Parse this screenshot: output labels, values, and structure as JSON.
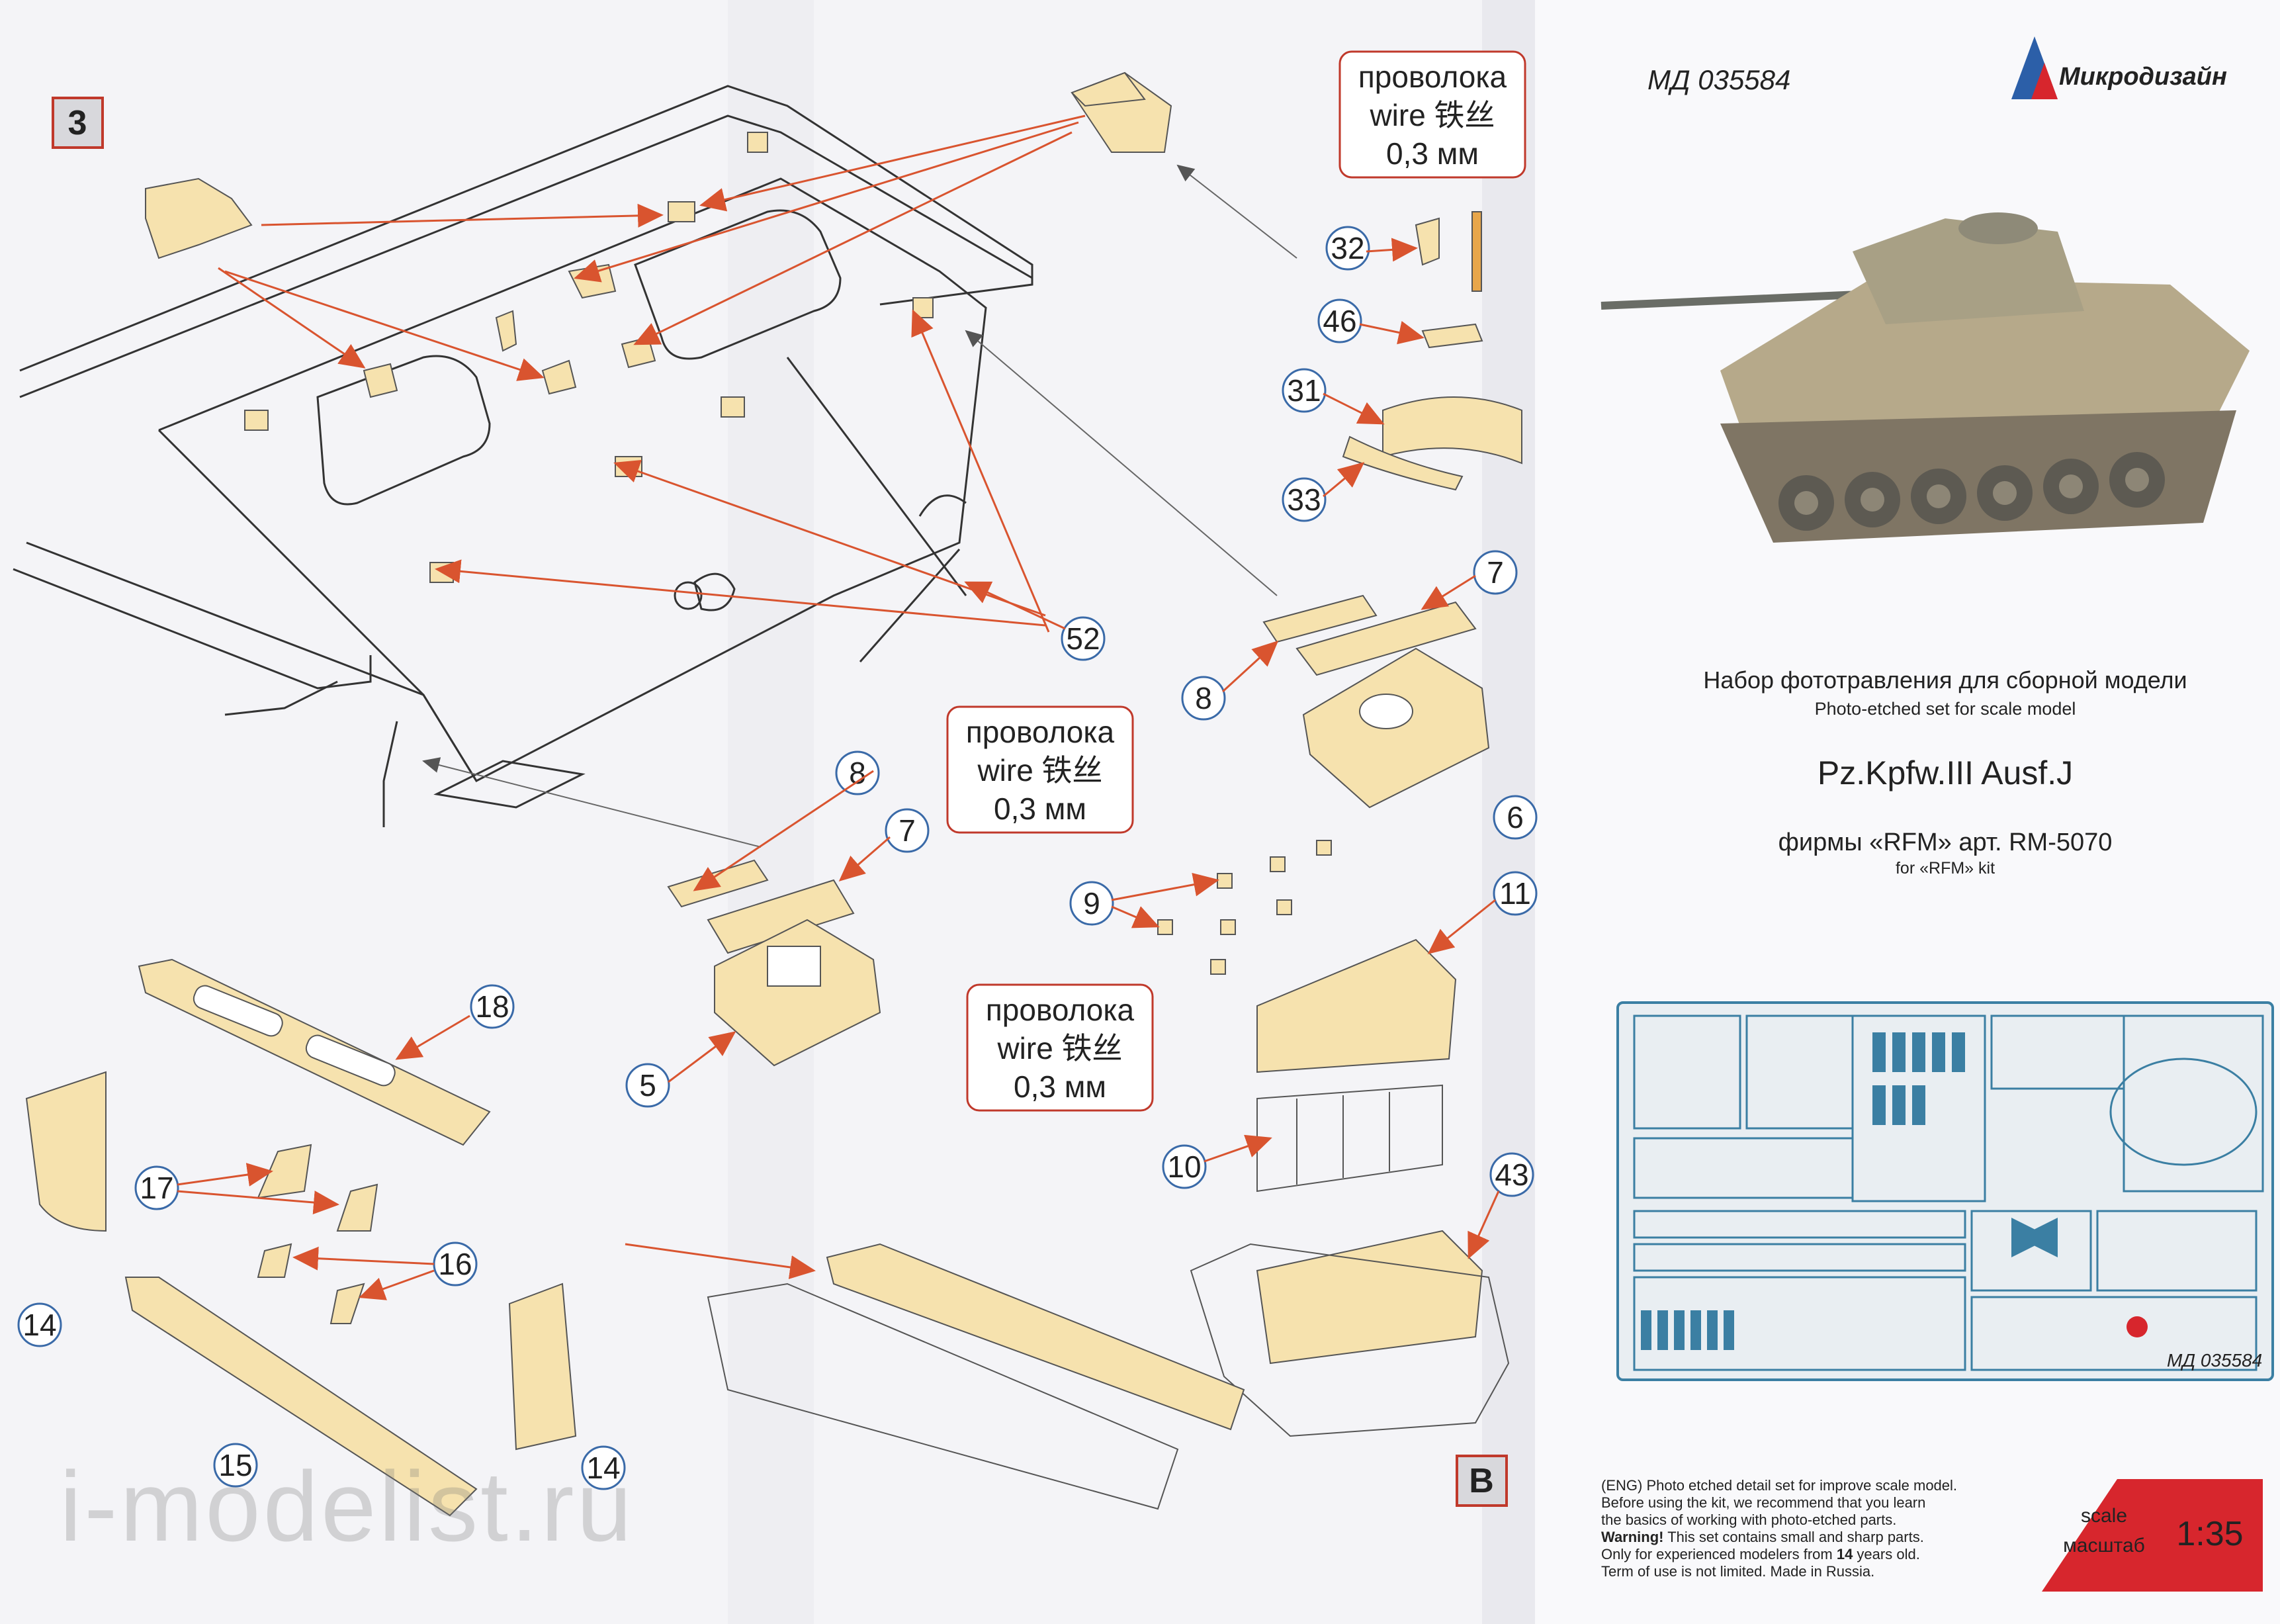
{
  "brand": {
    "name": "Микродизайн",
    "code": "МД 035584"
  },
  "title": {
    "ru": "Набор фототравления для сборной модели",
    "en": "Photo-etched set for scale model",
    "model": "Pz.Kpfw.III Ausf.J",
    "kit_ru": "фирмы «RFM» арт. RM-5070",
    "kit_en": "for «RFM» kit"
  },
  "wire_notes": [
    {
      "line1": "проволока",
      "line2": "wire 铁丝",
      "line3": "0,3 мм"
    },
    {
      "line1": "проволока",
      "line2": "wire 铁丝",
      "line3": "0,3 мм"
    },
    {
      "line1": "проволока",
      "line2": "wire 铁丝",
      "line3": "0,3 мм"
    }
  ],
  "step_labels": {
    "step3": "3",
    "stepB": "B"
  },
  "part_numbers": {
    "p3": "32",
    "p4": "46",
    "p5": "31",
    "p6": "33",
    "p7": "7",
    "p8": "8",
    "p9": "6",
    "p10": "52",
    "p11": "8",
    "p12": "7",
    "p13": "5",
    "p14": "9",
    "p15": "11",
    "p16": "10",
    "p17": "43",
    "p18": "18",
    "p19": "17",
    "p20": "16",
    "p21": "14",
    "p22": "15",
    "p23": "14"
  },
  "fret_code": "МД 035584",
  "warning": {
    "l1": "(ENG) Photo etched detail set for improve scale model.",
    "l2": "Before using the kit, we recommend that you learn",
    "l3": "the basics of working with photo-etched parts.",
    "l4_bold": "Warning!",
    "l4": " This set contains small and sharp parts.",
    "l5": "Only for experienced modelers from ",
    "l5_bold": "14",
    "l5_end": " years old.",
    "l6": "Term of use is not limited. Made in Russia."
  },
  "scale": {
    "label_en": "scale",
    "label_ru": "масштаб",
    "value": "1:35"
  },
  "watermark": "i-modelist.ru",
  "colors": {
    "part_fill": "#f6e2ae",
    "arrow": "#d9542f",
    "circle_stroke": "#3a6aa8",
    "wire_box": "#c0392b",
    "scale_red": "#d7262d",
    "fret_blue": "#3b7fa3"
  }
}
